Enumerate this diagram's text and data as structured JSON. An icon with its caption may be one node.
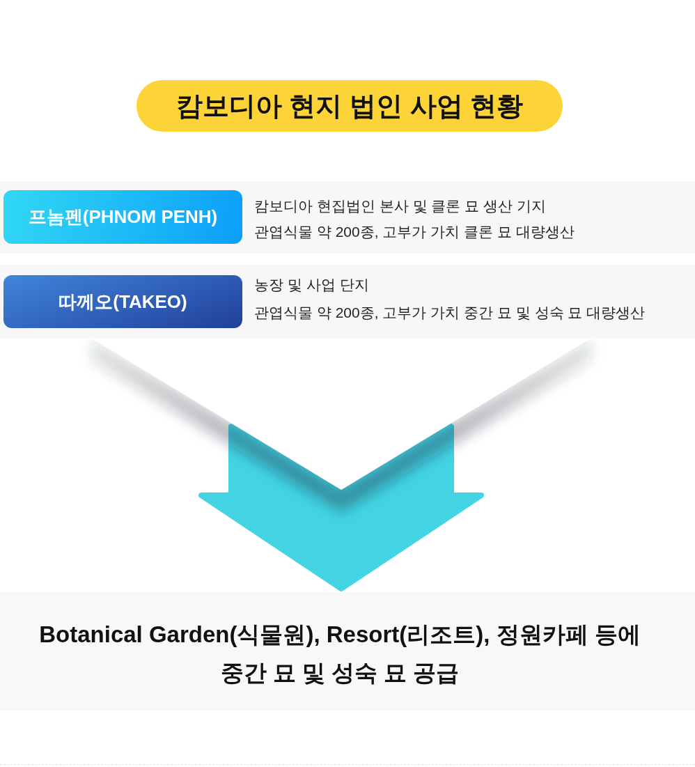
{
  "diagram": {
    "title": "캄보디아 현지 법인 사업 현황",
    "nodes": [
      {
        "text": [
          "캄보디아 현집법인 본사 및 클론 묘 생산 기지",
          "관엽식물 약 200종, 고부가 가치 클론 묘 대량생산"
        ]
      },
      {
        "text": [
          "프놈펜(PHNOM PENH)"
        ],
        "in": 0
      },
      {
        "text": [
          "농장 및 사업 단지",
          "관엽식물 약 200종, 고부가 가치 중간 묘 및 성숙 묘 대량생산"
        ]
      },
      {
        "text": [
          "따께오(TAKEO)"
        ],
        "in": 2
      },
      {
        "text": [
          "Botanical Garden(식물원), Resort(리조트), 정원카페 등에 중간 묘 및 성숙 묘 공급"
        ]
      }
    ],
    "edges": [
      {
        "from": 2,
        "to": 4,
        "arrow": "to"
      }
    ]
  }
}
